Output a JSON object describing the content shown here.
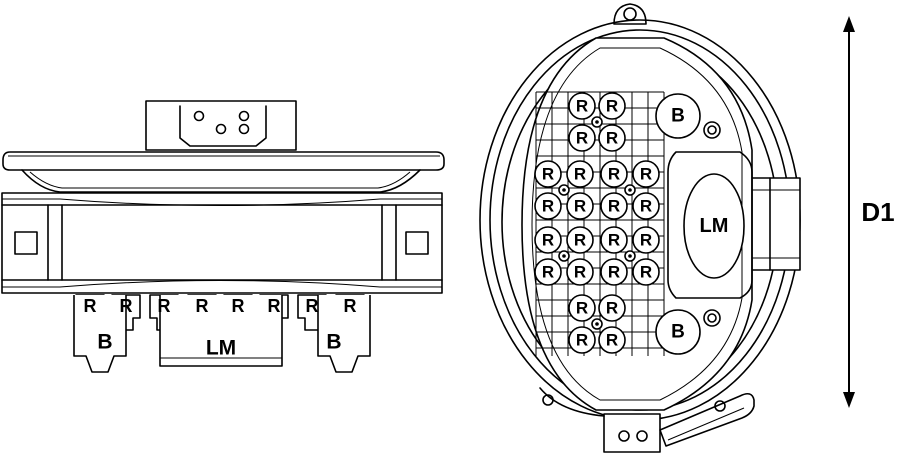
{
  "labels": {
    "r": "R",
    "b": "B",
    "lm": "LM",
    "dimension": "D1"
  },
  "colors": {
    "line": "#000000",
    "background": "#ffffff"
  }
}
